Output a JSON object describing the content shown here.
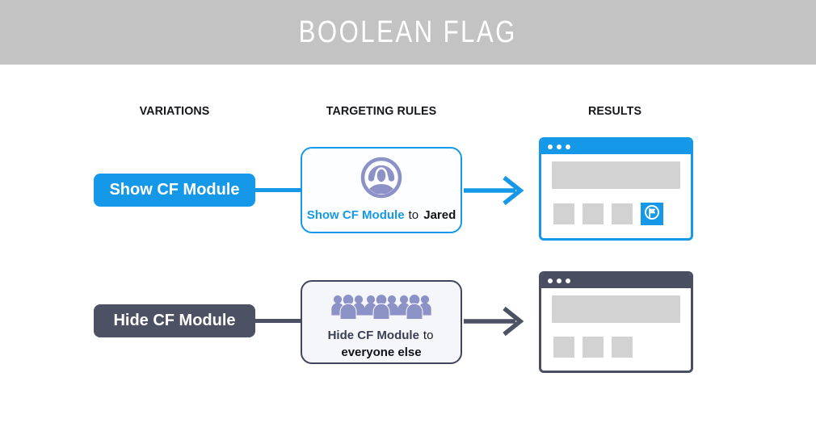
{
  "header": {
    "title": "BOOLEAN FLAG"
  },
  "columns": [
    {
      "label": "VARIATIONS"
    },
    {
      "label": "TARGETING RULES"
    },
    {
      "label": "RESULTS"
    }
  ],
  "rows": [
    {
      "variation_label": "Show CF Module",
      "rule": {
        "icon": "single-user-icon",
        "module": "Show CF Module",
        "connector": "to",
        "audience": "Jared"
      },
      "result": {
        "type": "browser-window",
        "module_visible": true,
        "module_icon": "flag-circle-icon"
      }
    },
    {
      "variation_label": "Hide CF Module",
      "rule": {
        "icon": "crowd-icon",
        "module": "Hide CF Module",
        "connector": "to",
        "audience": "everyone else"
      },
      "result": {
        "type": "browser-window",
        "module_visible": false
      }
    }
  ],
  "colors": {
    "accent_blue": "#1698e9",
    "accent_dark": "#4d5164",
    "icon_purple": "#8d92c6",
    "header_gray": "#c3c3c4",
    "placeholder_gray": "#d2d2d3"
  }
}
